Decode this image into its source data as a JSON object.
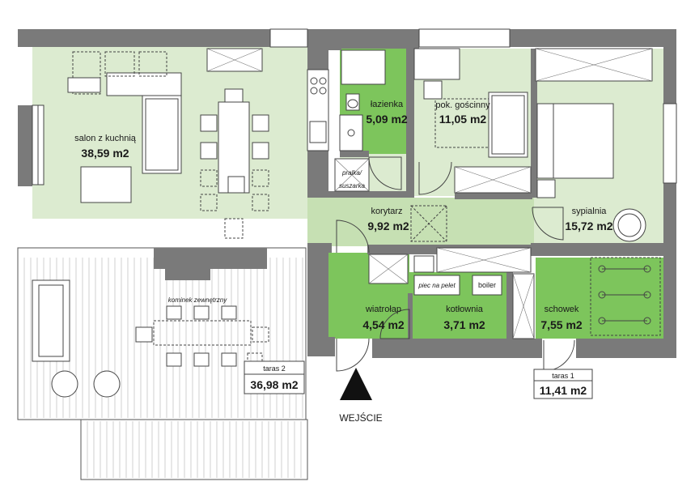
{
  "colors": {
    "light_green": "#dcebd0",
    "mid_green": "#c6e0b3",
    "dark_green": "#7dc55c",
    "wall": "#7a7a7a",
    "deck_line": "#b0b0b0"
  },
  "rooms": {
    "salon": {
      "name": "salon z kuchnią",
      "area": "38,59 m2"
    },
    "lazienka": {
      "name": "łazienka",
      "area": "5,09 m2"
    },
    "gosc": {
      "name": "pok. gościnny",
      "area": "11,05 m2"
    },
    "korytarz": {
      "name": "korytarz",
      "area": "9,92 m2"
    },
    "sypialnia": {
      "name": "sypialnia",
      "area": "15,72 m2"
    },
    "wiatrolap": {
      "name": "wiatrołap",
      "area": "4,54 m2"
    },
    "kotlownia": {
      "name": "kotłownia",
      "area": "3,71 m2"
    },
    "schowek": {
      "name": "schowek",
      "area": "7,55 m2"
    }
  },
  "terraces": {
    "taras2": {
      "name": "taras 2",
      "area": "36,98 m2"
    },
    "taras1": {
      "name": "taras 1",
      "area": "11,41 m2"
    }
  },
  "labels": {
    "kominek": "kominek zewnętrzny",
    "piec": "piec na pelet",
    "boiler": "boiler",
    "pralka": "pralka/",
    "suszarka": "suszarka",
    "entrance": "WEJŚCIE"
  },
  "icons": {
    "entrance_marker": "triangle-up-icon"
  }
}
